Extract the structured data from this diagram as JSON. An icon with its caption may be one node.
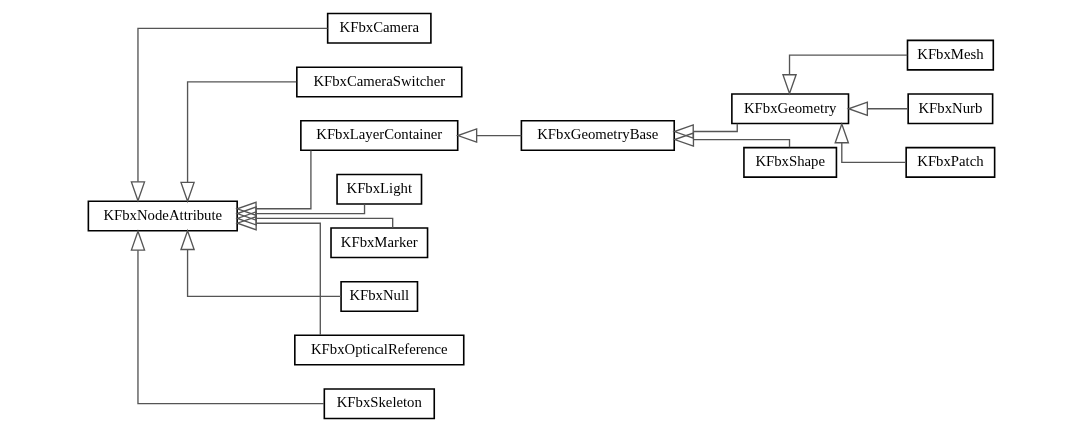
{
  "diagram": {
    "nodes": [
      {
        "text": [
          "KFbxNodeAttribute"
        ]
      },
      {
        "text": [
          "KFbxCamera"
        ]
      },
      {
        "text": [
          "KFbxCameraSwitcher"
        ]
      },
      {
        "text": [
          "KFbxLayerContainer"
        ]
      },
      {
        "text": [
          "KFbxLight"
        ]
      },
      {
        "text": [
          "KFbxMarker"
        ]
      },
      {
        "text": [
          "KFbxNull"
        ]
      },
      {
        "text": [
          "KFbxOpticalReference"
        ]
      },
      {
        "text": [
          "KFbxSkeleton"
        ]
      },
      {
        "text": [
          "KFbxGeometryBase"
        ]
      },
      {
        "text": [
          "KFbxGeometry"
        ]
      },
      {
        "text": [
          "KFbxShape"
        ]
      },
      {
        "text": [
          "KFbxMesh"
        ]
      },
      {
        "text": [
          "KFbxNurb"
        ]
      },
      {
        "text": [
          "KFbxPatch"
        ]
      }
    ],
    "edges": [
      {
        "from": 1,
        "to": 0,
        "arrow": "to"
      },
      {
        "from": 2,
        "to": 0,
        "arrow": "to"
      },
      {
        "from": 3,
        "to": 0,
        "arrow": "to"
      },
      {
        "from": 4,
        "to": 0,
        "arrow": "to"
      },
      {
        "from": 5,
        "to": 0,
        "arrow": "to"
      },
      {
        "from": 6,
        "to": 0,
        "arrow": "to"
      },
      {
        "from": 7,
        "to": 0,
        "arrow": "to"
      },
      {
        "from": 8,
        "to": 0,
        "arrow": "to"
      },
      {
        "from": 9,
        "to": 3,
        "arrow": "to"
      },
      {
        "from": 10,
        "to": 9,
        "arrow": "to"
      },
      {
        "from": 11,
        "to": 9,
        "arrow": "to"
      },
      {
        "from": 12,
        "to": 10,
        "arrow": "to"
      },
      {
        "from": 13,
        "to": 10,
        "arrow": "to"
      },
      {
        "from": 14,
        "to": 10,
        "arrow": "to"
      }
    ]
  }
}
